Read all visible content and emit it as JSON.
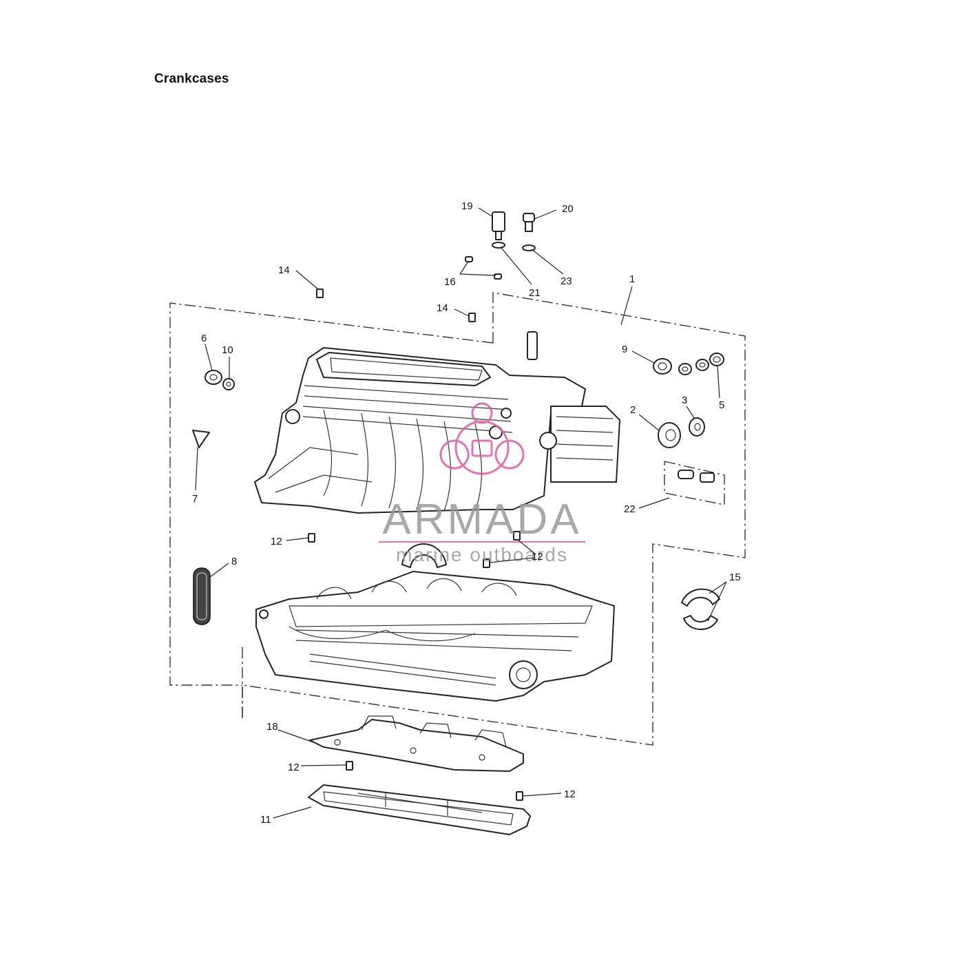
{
  "title": "Crankcases",
  "callouts": [
    {
      "id": "c19",
      "label": "19"
    },
    {
      "id": "c20",
      "label": "20"
    },
    {
      "id": "c14a",
      "label": "14"
    },
    {
      "id": "c16",
      "label": "16"
    },
    {
      "id": "c21",
      "label": "21"
    },
    {
      "id": "c23",
      "label": "23"
    },
    {
      "id": "c1",
      "label": "1"
    },
    {
      "id": "c14b",
      "label": "14"
    },
    {
      "id": "c6",
      "label": "6"
    },
    {
      "id": "c10",
      "label": "10"
    },
    {
      "id": "c9",
      "label": "9"
    },
    {
      "id": "c3",
      "label": "3"
    },
    {
      "id": "c5",
      "label": "5"
    },
    {
      "id": "c2",
      "label": "2"
    },
    {
      "id": "c7",
      "label": "7"
    },
    {
      "id": "c22",
      "label": "22"
    },
    {
      "id": "c12a",
      "label": "12"
    },
    {
      "id": "c12b",
      "label": "12"
    },
    {
      "id": "c8",
      "label": "8"
    },
    {
      "id": "c15",
      "label": "15"
    },
    {
      "id": "c18",
      "label": "18"
    },
    {
      "id": "c12c",
      "label": "12"
    },
    {
      "id": "c12d",
      "label": "12"
    },
    {
      "id": "c11",
      "label": "11"
    }
  ],
  "watermark": {
    "brand": "ARMADA",
    "tagline": "marine outboards",
    "accent_color": "#e05aa0"
  },
  "colors": {
    "line": "#222222",
    "background": "#ffffff"
  }
}
